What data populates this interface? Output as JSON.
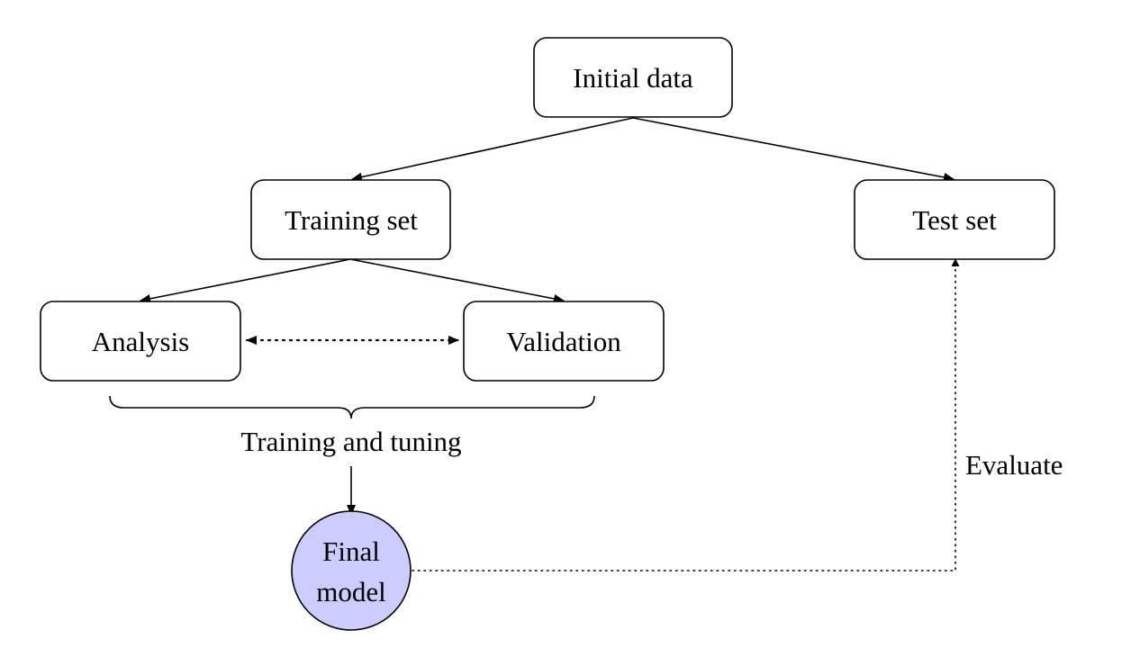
{
  "nodes": {
    "initial_data": "Initial data",
    "training_set": "Training set",
    "test_set": "Test set",
    "analysis": "Analysis",
    "validation": "Validation",
    "final_model_line1": "Final",
    "final_model_line2": "model"
  },
  "labels": {
    "training_and_tuning": "Training and tuning",
    "evaluate": "Evaluate"
  },
  "colors": {
    "final_model_fill": "#ccccff",
    "stroke": "#000000",
    "background": "#ffffff"
  }
}
